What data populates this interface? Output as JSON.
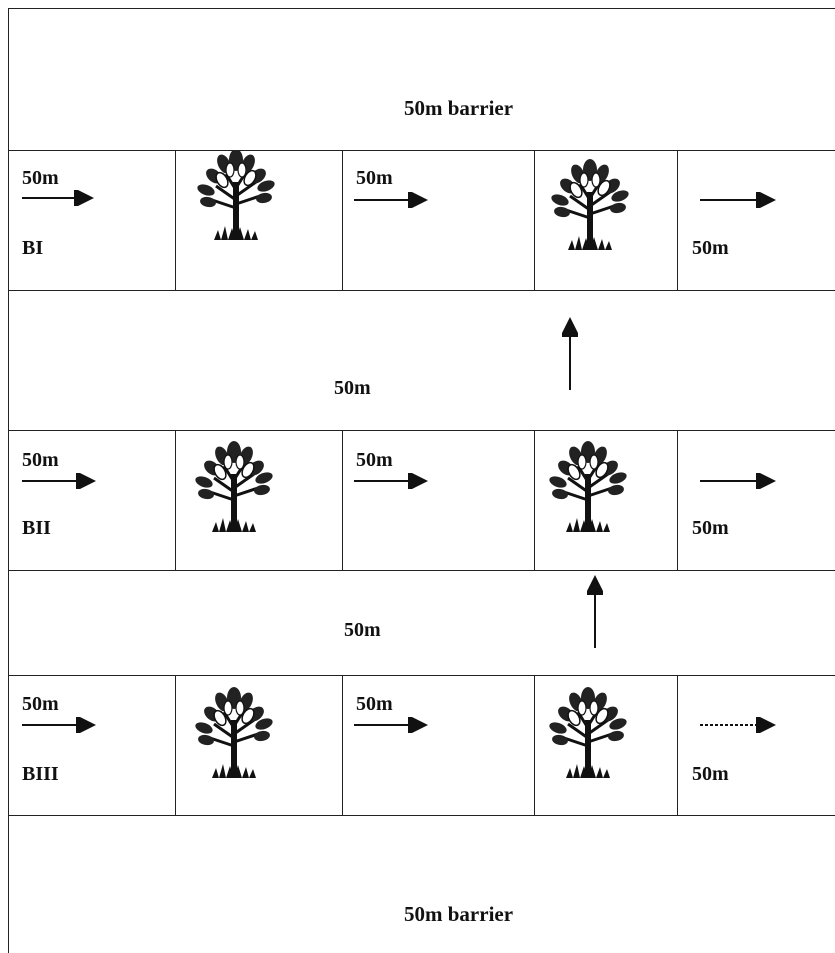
{
  "barrier_top": "50m  barrier",
  "barrier_bottom": "50m  barrier",
  "gap_1": "50m",
  "gap_2": "50m",
  "blocks": [
    {
      "name": "BI",
      "cell_1_label": "50m",
      "cell_3_label": "50m",
      "cell_5_label": "50m"
    },
    {
      "name": "BII",
      "cell_1_label": "50m",
      "cell_3_label": "50m",
      "cell_5_label": "50m"
    },
    {
      "name": "BIII",
      "cell_1_label": "50m",
      "cell_3_label": "50m",
      "cell_5_label": "50m"
    }
  ],
  "icons": {
    "tree": "tree-icon",
    "arrow_right": "arrow-right-icon",
    "arrow_up": "arrow-up-icon"
  }
}
